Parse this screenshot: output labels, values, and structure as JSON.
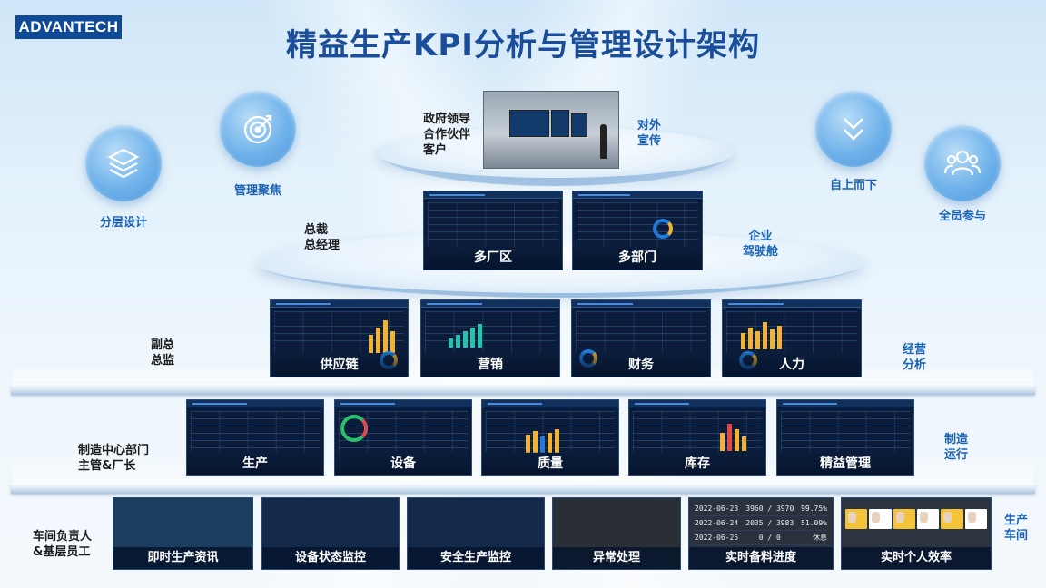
{
  "brand": {
    "logo": "ADVANTECH"
  },
  "title": "精益生产KPI分析与管理设计架构",
  "principles": [
    {
      "label": "分层设计",
      "icon": "layers-icon"
    },
    {
      "label": "管理聚焦",
      "icon": "target-icon"
    },
    {
      "label": "自上而下",
      "icon": "chevrons-down-icon"
    },
    {
      "label": "全员参与",
      "icon": "people-icon"
    }
  ],
  "top_tier": {
    "audience": "政府领导\n合作伙伴\n客户",
    "purpose": "对外\n宣传"
  },
  "exec_tier": {
    "audience": "总裁\n总经理",
    "purpose": "企业\n驾驶舱",
    "panels": [
      "多厂区",
      "多部门"
    ]
  },
  "ops_tier": {
    "audience": "副总\n总监",
    "purpose": "经营\n分析",
    "panels": [
      "供应链",
      "营销",
      "财务",
      "人力"
    ]
  },
  "mfg_tier": {
    "audience": "制造中心部门\n主管&厂长",
    "purpose": "制造\n运行",
    "panels": [
      "生产",
      "设备",
      "质量",
      "库存",
      "精益管理"
    ]
  },
  "shop_tier": {
    "audience": "车间负责人\n&基层员工",
    "purpose": "生产\n车间",
    "panels": [
      "即时生产资讯",
      "设备状态监控",
      "安全生产监控",
      "异常处理",
      "实时备料进度",
      "实时个人效率"
    ]
  },
  "material_progress": {
    "rows": [
      {
        "date": "2022-06-23",
        "qty": "3960 / 3970",
        "rate": "99.75%"
      },
      {
        "date": "2022-06-24",
        "qty": "2035 / 3983",
        "rate": "51.09%"
      },
      {
        "date": "2022-06-25",
        "qty": "0 / 0",
        "rate": "休息"
      }
    ]
  },
  "colors": {
    "title": "#1a4e9a",
    "accent_blue": "#1a63b8",
    "logo_bg": "#0e4a96",
    "panel_bg": "#0b1d3a"
  }
}
